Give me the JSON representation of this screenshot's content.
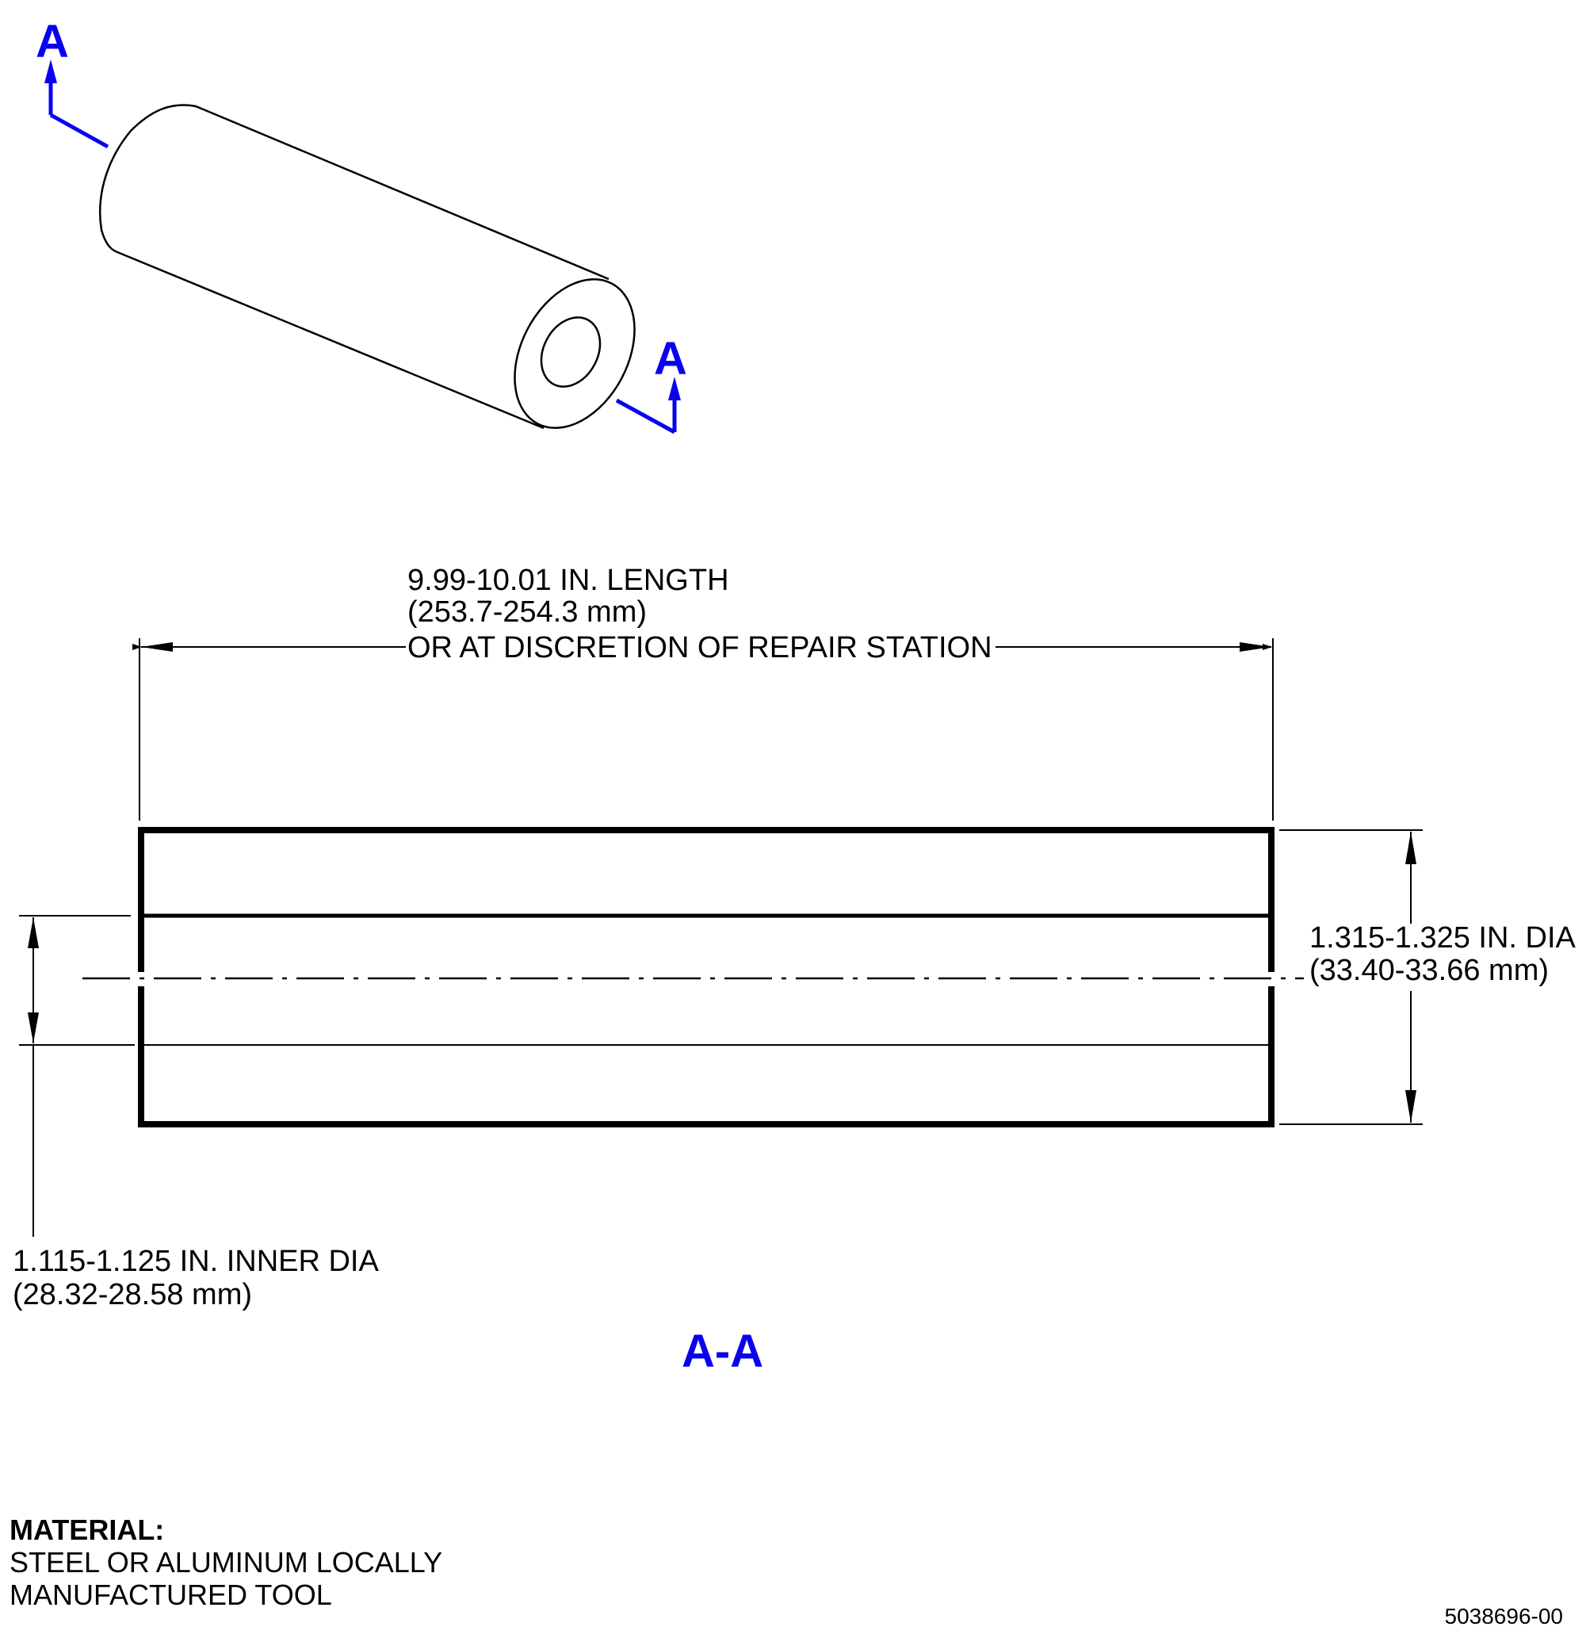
{
  "section_marks": {
    "letter_upper": "A",
    "letter_lower": "A",
    "view_label": "A-A",
    "color": "#0a00f0"
  },
  "length_dimension": {
    "line1": "9.99-10.01 IN. LENGTH",
    "line2": "(253.7-254.3 mm)",
    "line3": "OR AT DISCRETION OF REPAIR STATION"
  },
  "outer_diameter": {
    "line1": "1.315-1.325 IN. DIA",
    "line2": "(33.40-33.66 mm)"
  },
  "inner_diameter": {
    "line1": "1.115-1.125 IN. INNER DIA",
    "line2": "(28.32-28.58 mm)"
  },
  "material": {
    "title": "MATERIAL:",
    "line1": "STEEL OR ALUMINUM LOCALLY",
    "line2": "MANUFACTURED TOOL"
  },
  "document_id": "5038696-00"
}
